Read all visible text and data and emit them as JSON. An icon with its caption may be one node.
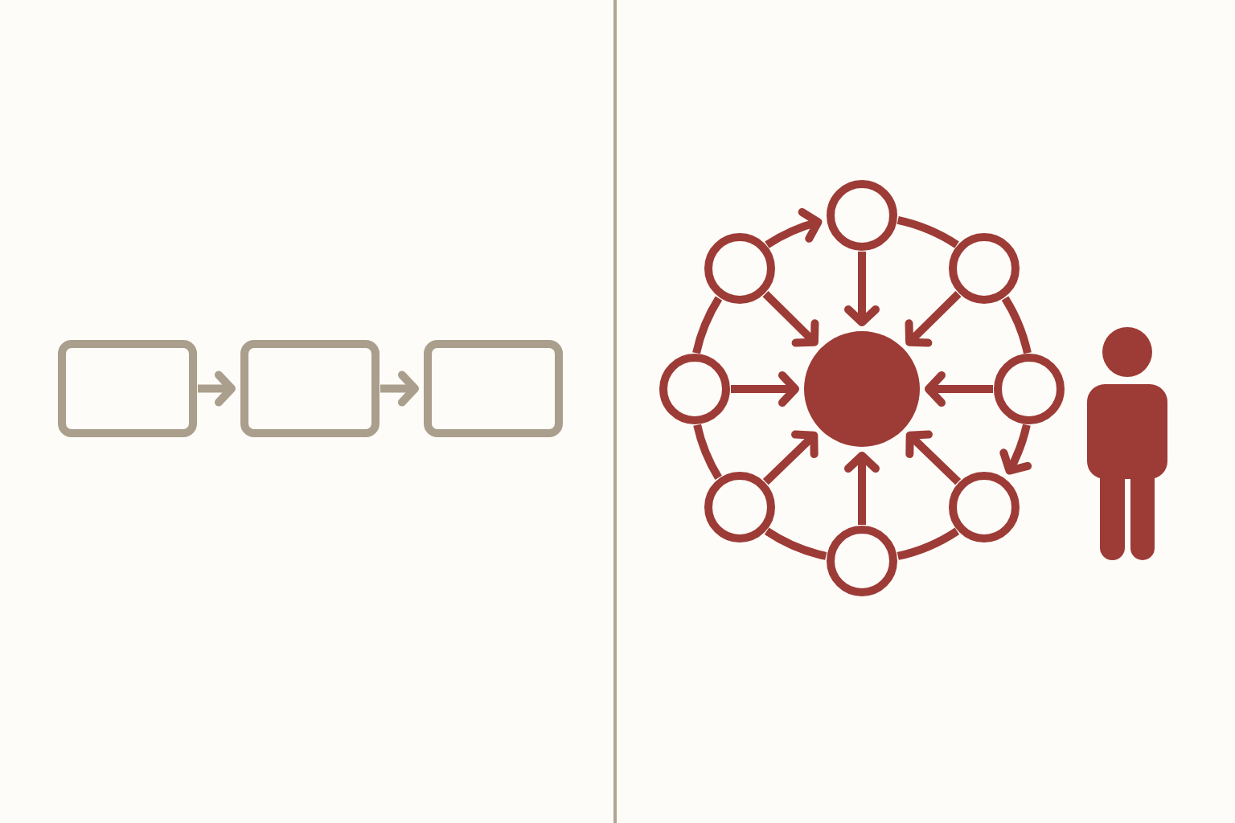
{
  "diagram": {
    "nodes": [
      {
        "text": [],
        "shape": "box"
      },
      {
        "text": [],
        "shape": "box"
      },
      {
        "text": [],
        "shape": "box"
      },
      {
        "text": [],
        "shape": "circle"
      },
      {
        "text": [],
        "shape": "circle"
      },
      {
        "text": [],
        "shape": "circle"
      },
      {
        "text": [],
        "shape": "circle"
      },
      {
        "text": [],
        "shape": "circle"
      },
      {
        "text": [],
        "shape": "circle"
      },
      {
        "text": [],
        "shape": "circle"
      },
      {
        "text": [],
        "shape": "circle"
      },
      {
        "text": [],
        "shape": "circle"
      }
    ],
    "edges": [
      {
        "from": 0,
        "to": 1,
        "arrow": "to",
        "color": "#aa9e8c"
      },
      {
        "from": 1,
        "to": 2,
        "arrow": "to",
        "color": "#aa9e8c"
      },
      {
        "from": 4,
        "to": 3,
        "arrow": "to"
      },
      {
        "from": 5,
        "to": 3,
        "arrow": "to"
      },
      {
        "from": 6,
        "to": 3,
        "arrow": "to"
      },
      {
        "from": 7,
        "to": 3,
        "arrow": "to"
      },
      {
        "from": 8,
        "to": 3,
        "arrow": "to"
      },
      {
        "from": 9,
        "to": 3,
        "arrow": "to"
      },
      {
        "from": 10,
        "to": 3,
        "arrow": "to"
      },
      {
        "from": 11,
        "to": 3,
        "arrow": "to"
      },
      {
        "from": 11,
        "to": 4,
        "arrow": "to"
      },
      {
        "from": 4,
        "to": 5,
        "arrow": "none"
      },
      {
        "from": 5,
        "to": 6,
        "arrow": "none"
      },
      {
        "from": 6,
        "to": 7,
        "arrow": "to"
      },
      {
        "from": 7,
        "to": 8,
        "arrow": "none"
      },
      {
        "from": 8,
        "to": 9,
        "arrow": "none"
      },
      {
        "from": 9,
        "to": 10,
        "arrow": "none"
      },
      {
        "from": 10,
        "to": 11,
        "arrow": "none"
      }
    ]
  }
}
